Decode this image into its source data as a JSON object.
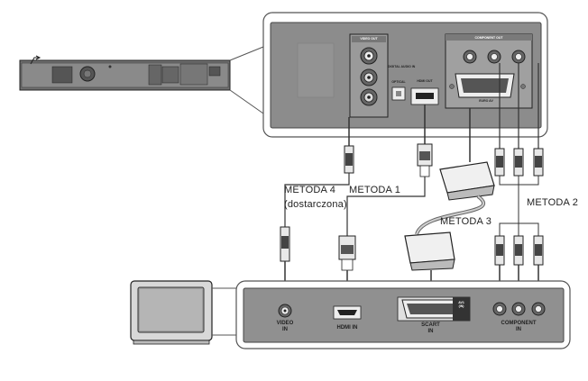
{
  "methods": {
    "m1": "METODA 1",
    "m2": "METODA 2",
    "m3": "METODA 3",
    "m4": "METODA 4",
    "m4_note": "(dostarczona)"
  },
  "tv_ports": {
    "video": "VIDEO",
    "video_sub": "IN",
    "hdmi": "HDMI IN",
    "scart": "SCART",
    "scart_sub": "IN",
    "component": "COMPONENT",
    "component_sub": "IN",
    "av": "AV1",
    "av_sub": "(IN)"
  },
  "player_ports": {
    "video_out": "VIDEO OUT",
    "hdmi_out": "HDMI OUT",
    "component_out": "COMPONENT OUT",
    "optical": "OPTICAL",
    "euroav": "EURO AV",
    "digital_audio": "DIGITAL AUDIO IN"
  }
}
